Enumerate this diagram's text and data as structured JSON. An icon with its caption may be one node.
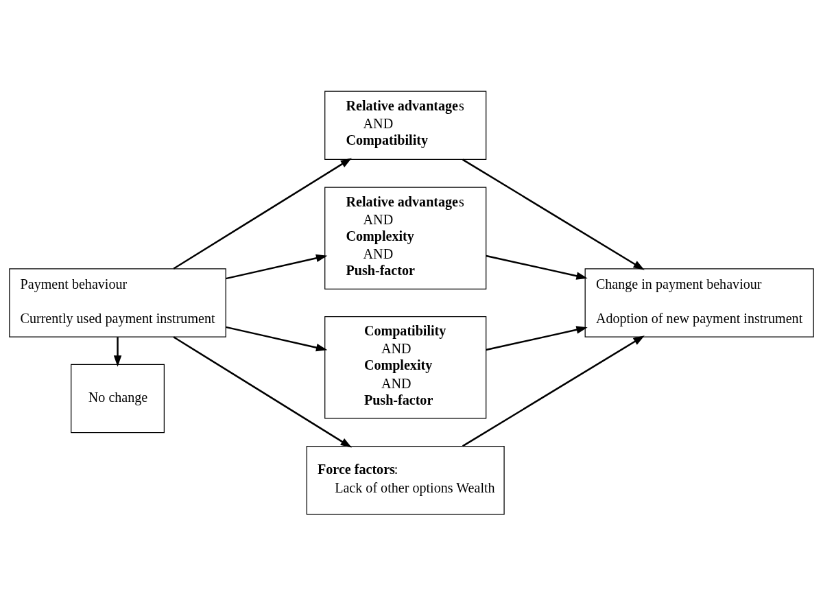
{
  "diagram": {
    "nodes": [
      {
        "text": [
          "Payment behaviour",
          "Currently used payment instrument"
        ]
      },
      {
        "text": [
          "No change"
        ]
      },
      {
        "text": [
          "**Relative advantage**s",
          "AND",
          "**Compatibility**"
        ]
      },
      {
        "text": [
          "**Relative advantage**s",
          "AND",
          "**Complexity**",
          "AND",
          "**Push-factor**"
        ]
      },
      {
        "text": [
          "**Compatibility**",
          "AND",
          "**Complexity**",
          "AND",
          "**Push-factor**"
        ]
      },
      {
        "text": [
          "**Force factors**:",
          "Lack of other options Wealth"
        ]
      },
      {
        "text": [
          "Change in payment behaviour",
          "Adoption of new payment instrument"
        ]
      }
    ],
    "edges": [
      {
        "from": 0,
        "to": 2,
        "arrow": "to"
      },
      {
        "from": 0,
        "to": 3,
        "arrow": "to"
      },
      {
        "from": 0,
        "to": 4,
        "arrow": "to"
      },
      {
        "from": 0,
        "to": 5,
        "arrow": "to"
      },
      {
        "from": 0,
        "to": 1,
        "arrow": "to"
      },
      {
        "from": 2,
        "to": 6,
        "arrow": "to"
      },
      {
        "from": 3,
        "to": 6,
        "arrow": "to"
      },
      {
        "from": 4,
        "to": 6,
        "arrow": "to"
      },
      {
        "from": 5,
        "to": 6,
        "arrow": "to"
      }
    ]
  }
}
